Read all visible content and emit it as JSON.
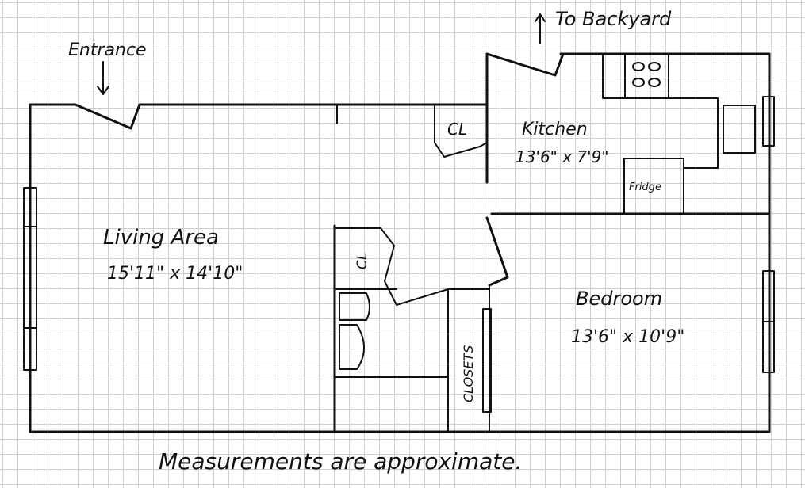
{
  "labels": {
    "backyard": "To Backyard",
    "entrance": "Entrance",
    "closet_kitchen": "CL",
    "kitchen_name": "Kitchen",
    "kitchen_size": "13'6\" x 7'9\"",
    "fridge": "Fridge",
    "living_name": "Living Area",
    "living_size": "15'11\" x 14'10\"",
    "closet_bath": "CL",
    "closets": "CLOSETS",
    "bedroom_name": "Bedroom",
    "bedroom_size": "13'6\" x 10'9\"",
    "footnote": "Measurements are approximate."
  },
  "colors": {
    "ink": "#111111",
    "grid": "#cfcfcf",
    "paper": "#ffffff"
  }
}
